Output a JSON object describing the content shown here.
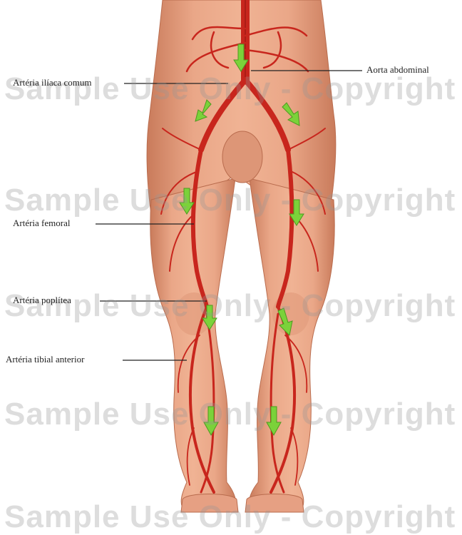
{
  "labels": {
    "aorta_abdominal": "Aorta abdominal",
    "arteria_iliaca_comum": "Artéria ilíaca comum",
    "arteria_femoral": "Artéria femoral",
    "arteria_poplitea": "Artéria poplítea",
    "arteria_tibial_anterior": "Artéria tibial anterior"
  },
  "watermark": "Sample Use Only - Copyright",
  "colors": {
    "skin": "#e9a283",
    "skin_shadow": "#c97b5b",
    "artery": "#c8261d",
    "artery_dark": "#8e1410",
    "flow_arrow": "#7bd23a",
    "leader_line": "#222222"
  },
  "icons": [
    "flow-direction-arrow-icon"
  ]
}
